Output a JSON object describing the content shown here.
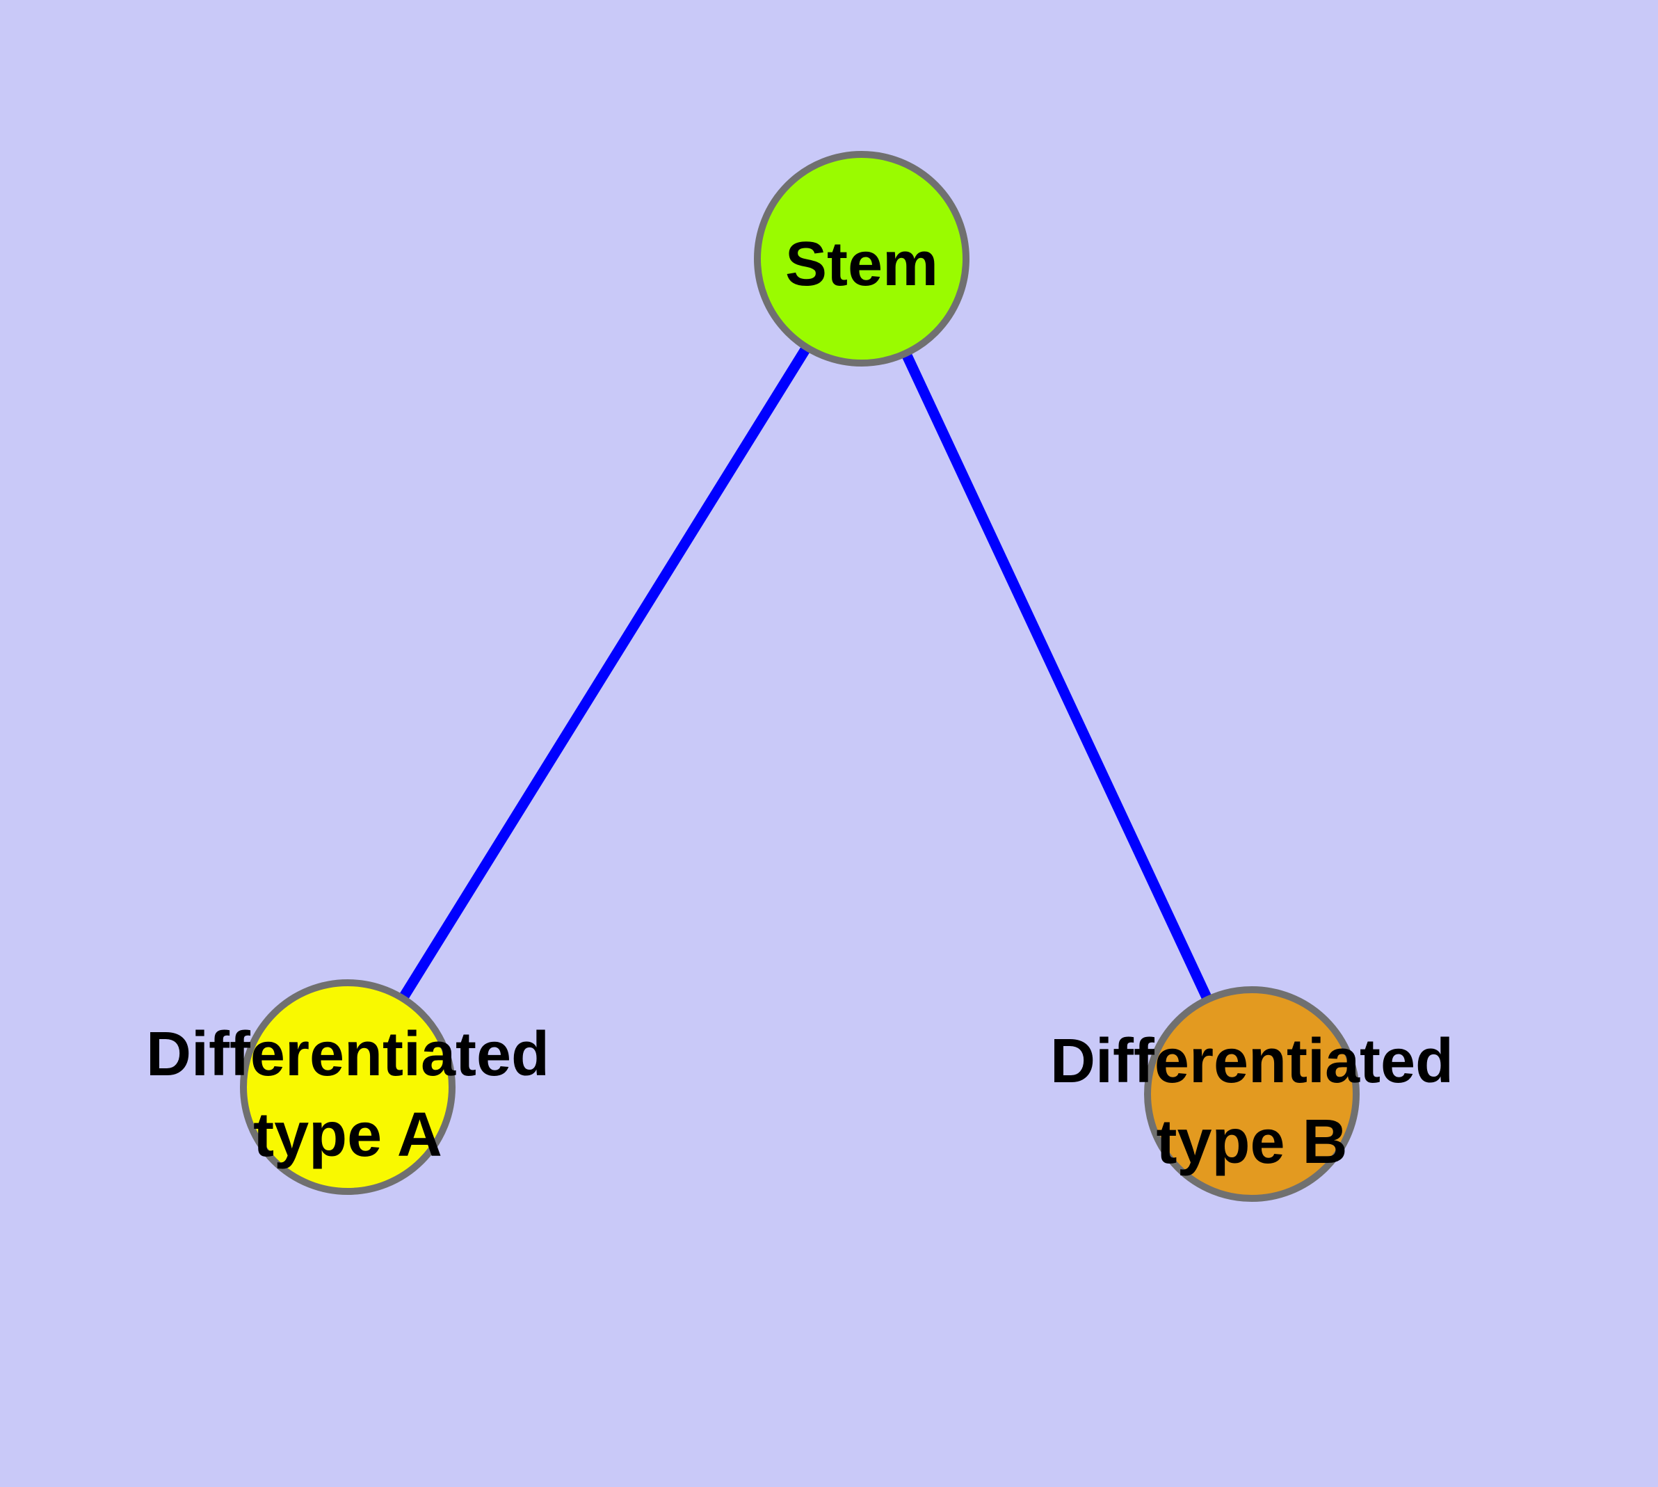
{
  "diagram": {
    "type": "graph",
    "background_color": "#C9C9F8",
    "edge_color": "#0000FF",
    "node_border_color": "#707070",
    "label_color": "#000000",
    "nodes": [
      {
        "id": "stem",
        "label": "Stem",
        "lines": [
          "Stem"
        ],
        "fill": "#9AFB00"
      },
      {
        "id": "differentiated-type-a",
        "label": "Differentiated type A",
        "lines": [
          "Differentiated",
          "type A"
        ],
        "fill": "#F9F900"
      },
      {
        "id": "differentiated-type-b",
        "label": "Differentiated type B",
        "lines": [
          "Differentiated",
          "type B"
        ],
        "fill": "#E39A20"
      }
    ],
    "edges": [
      {
        "from": "Stem",
        "to": "Differentiated type A"
      },
      {
        "from": "Stem",
        "to": "Differentiated type B"
      }
    ]
  }
}
